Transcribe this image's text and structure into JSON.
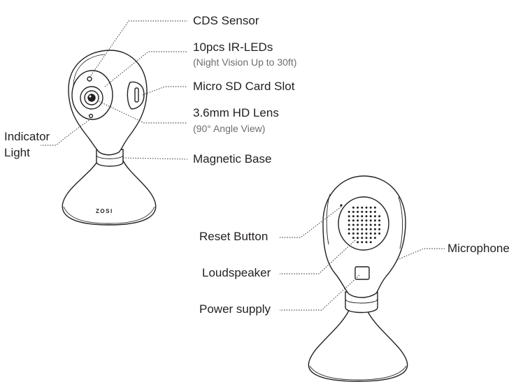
{
  "front_view": {
    "brand_text": "ZOSI",
    "labels": {
      "cds_sensor": "CDS Sensor",
      "ir_leds": "10pcs IR-LEDs",
      "ir_leds_note": "(Night Vision Up to 30ft)",
      "sd_slot": "Micro SD Card Slot",
      "lens": "3.6mm HD Lens",
      "lens_note": "(90° Angle View)",
      "indicator_line1": "Indicator",
      "indicator_line2": "Light",
      "magnetic_base": "Magnetic Base"
    }
  },
  "back_view": {
    "labels": {
      "reset_button": "Reset Button",
      "loudspeaker": "Loudspeaker",
      "power_supply": "Power supply",
      "microphone": "Microphone"
    }
  },
  "colors": {
    "line": "#231f20",
    "body_fill": "#ffffff",
    "note_text": "#6d6e71"
  }
}
